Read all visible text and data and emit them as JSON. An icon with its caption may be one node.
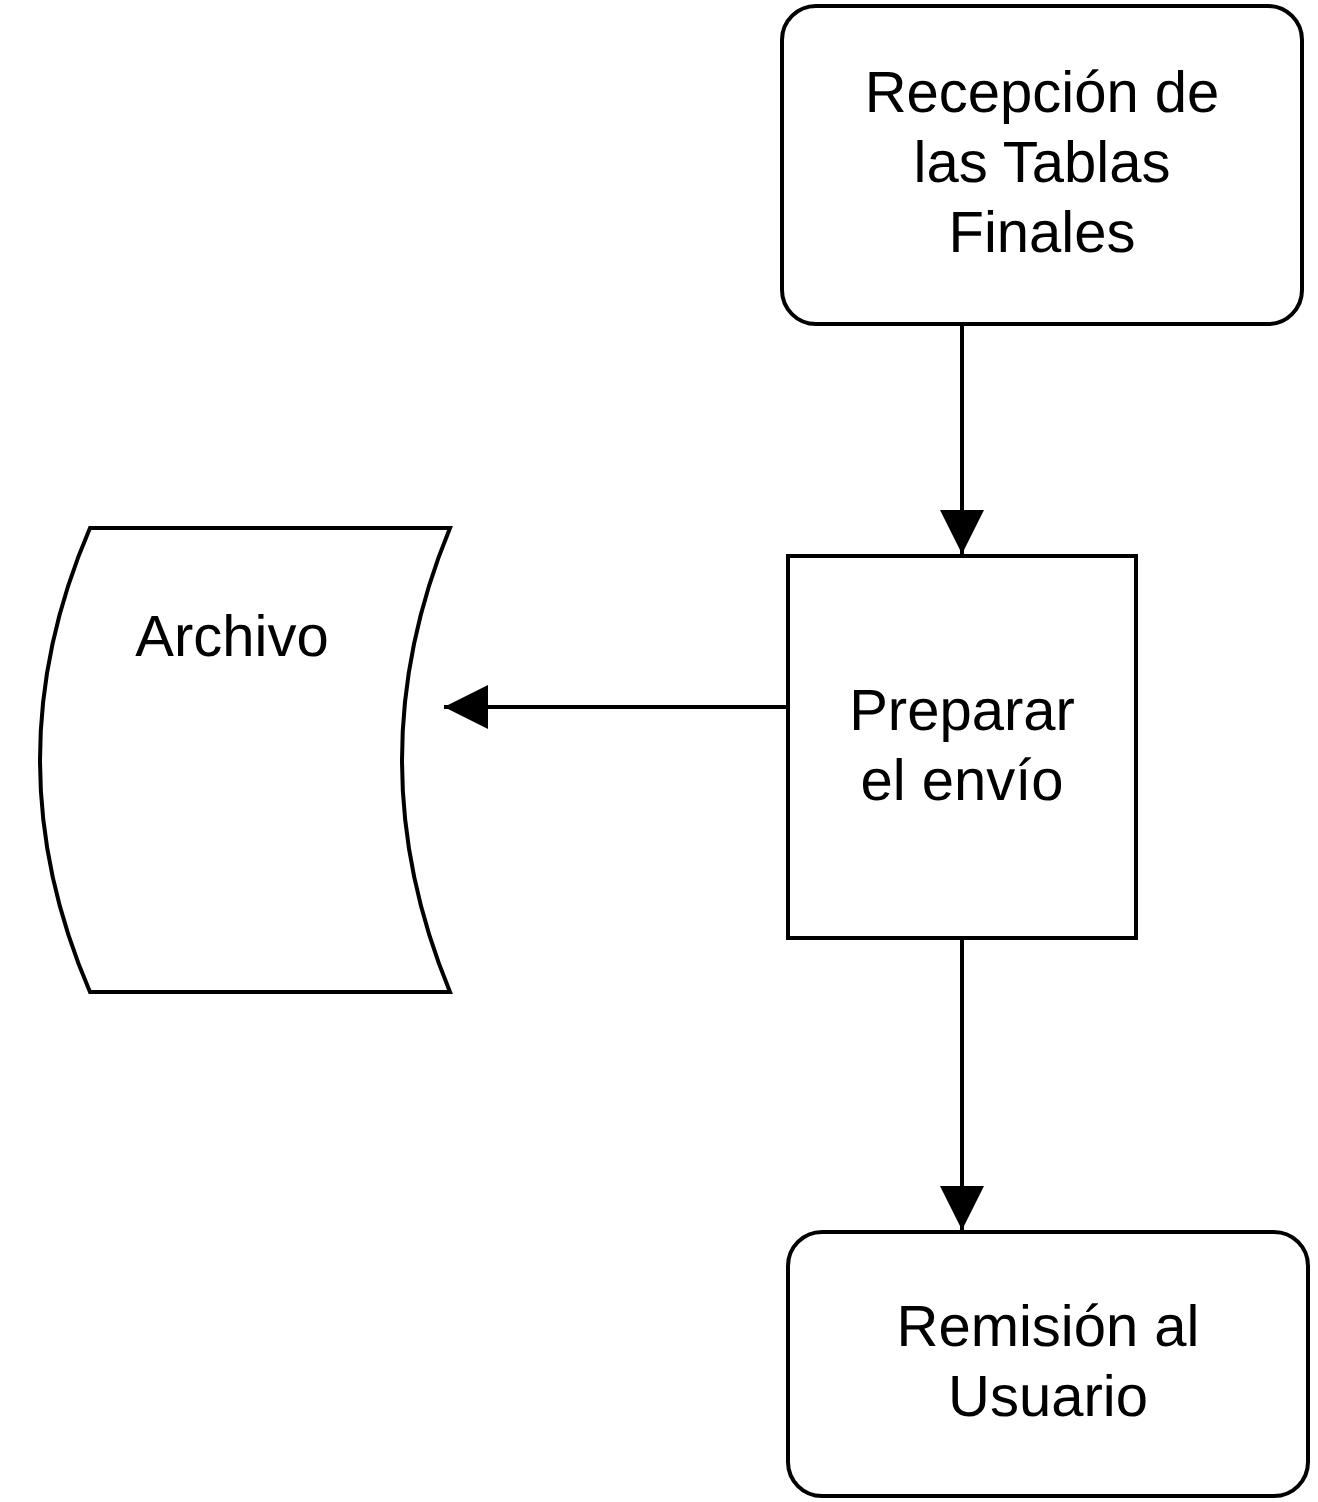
{
  "diagram": {
    "nodes": [
      {
        "text": [
          "Recepción de las Tablas Finales"
        ]
      },
      {
        "text": [
          "Preparar el envío"
        ]
      },
      {
        "text": [
          "Archivo"
        ]
      },
      {
        "text": [
          "Remisión al Usuario"
        ]
      }
    ],
    "edges": [
      {
        "from": 0,
        "to": 1,
        "arrow": "to"
      },
      {
        "from": 1,
        "to": 2,
        "arrow": "to"
      },
      {
        "from": 1,
        "to": 3,
        "arrow": "to"
      }
    ]
  }
}
